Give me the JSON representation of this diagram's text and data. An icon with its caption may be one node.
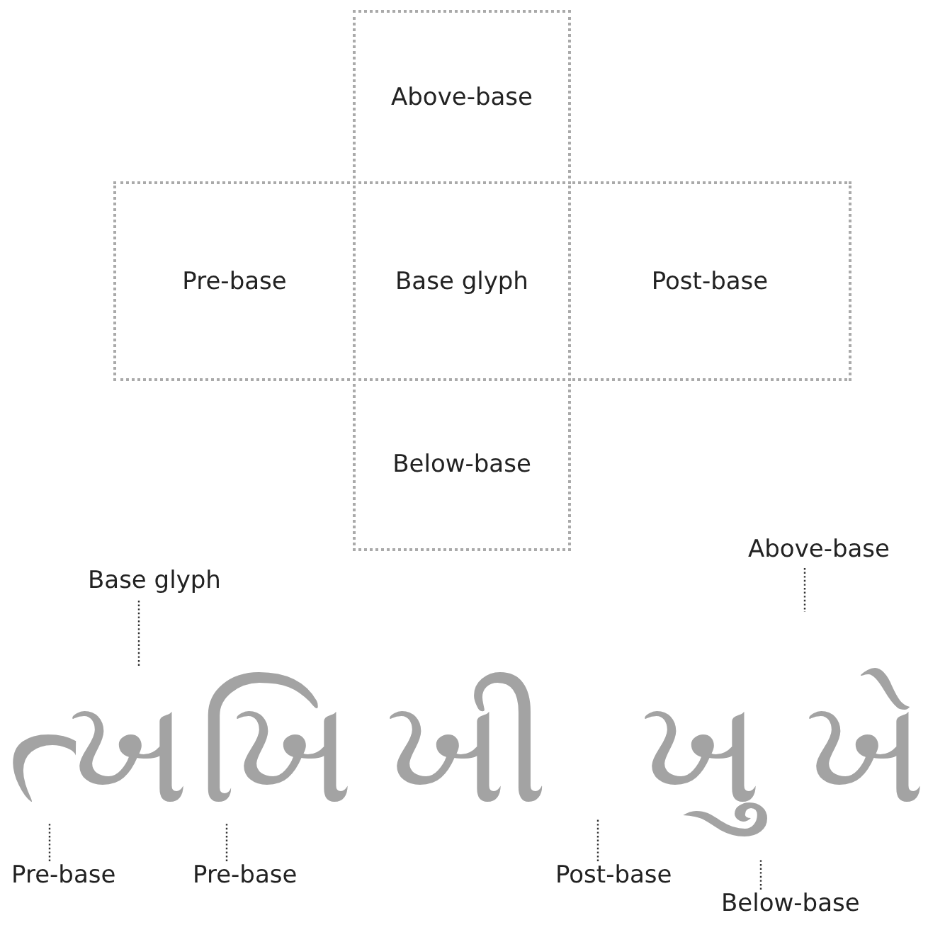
{
  "diagram": {
    "nodes": [
      {
        "text": [
          "Above-base"
        ]
      },
      {
        "text": [
          "Pre-base"
        ]
      },
      {
        "text": [
          "Base glyph"
        ]
      },
      {
        "text": [
          "Post-base"
        ]
      },
      {
        "text": [
          "Below-base"
        ]
      },
      {
        "text": [
          "Above-base"
        ]
      },
      {
        "text": [
          "Base glyph"
        ]
      },
      {
        "text": [
          "Pre-base"
        ]
      },
      {
        "text": [
          "Pre-base"
        ]
      },
      {
        "text": [
          "Post-base"
        ]
      },
      {
        "text": [
          "Below-base"
        ]
      }
    ],
    "edges": [
      {
        "from": 5,
        "to": null,
        "arrow": "none"
      },
      {
        "from": 6,
        "to": null,
        "arrow": "none"
      },
      {
        "from": 7,
        "to": null,
        "arrow": "none"
      },
      {
        "from": 8,
        "to": null,
        "arrow": "none"
      },
      {
        "from": 9,
        "to": null,
        "arrow": "none"
      },
      {
        "from": 10,
        "to": null,
        "arrow": "none"
      }
    ],
    "labels": [
      "ત્ખ",
      "ખિ",
      "ખી",
      "ખુ",
      "ખે"
    ]
  }
}
